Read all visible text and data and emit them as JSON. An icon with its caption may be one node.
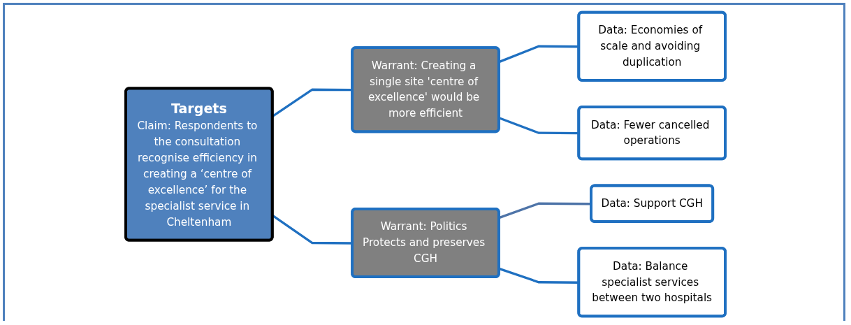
{
  "diagram": {
    "nodes": [
      {
        "text": [
          "Targets",
          "Claim: Respondents to the consultation recognise efficiency in creating a ‘centre of excellence’ for the specialist service in Cheltenham"
        ]
      },
      {
        "text": [
          "Warrant: Creating a single site 'centre of excellence' would be more efficient"
        ]
      },
      {
        "text": [
          "Data: Economies of scale and avoiding duplication"
        ]
      },
      {
        "text": [
          "Data: Fewer cancelled operations"
        ]
      },
      {
        "text": [
          "Warrant: Politics Protects and preserves CGH"
        ]
      },
      {
        "text": [
          "Data: Support CGH"
        ]
      },
      {
        "text": [
          "Data: Balance specialist services between two hospitals"
        ]
      }
    ],
    "edges": [
      {
        "from": 0,
        "to": 1,
        "arrow": "none"
      },
      {
        "from": 1,
        "to": 2,
        "arrow": "none"
      },
      {
        "from": 1,
        "to": 3,
        "arrow": "none"
      },
      {
        "from": 0,
        "to": 4,
        "arrow": "none"
      },
      {
        "from": 4,
        "to": 5,
        "arrow": "none",
        "color": "#4e74a8"
      },
      {
        "from": 4,
        "to": 6,
        "arrow": "none"
      }
    ]
  }
}
